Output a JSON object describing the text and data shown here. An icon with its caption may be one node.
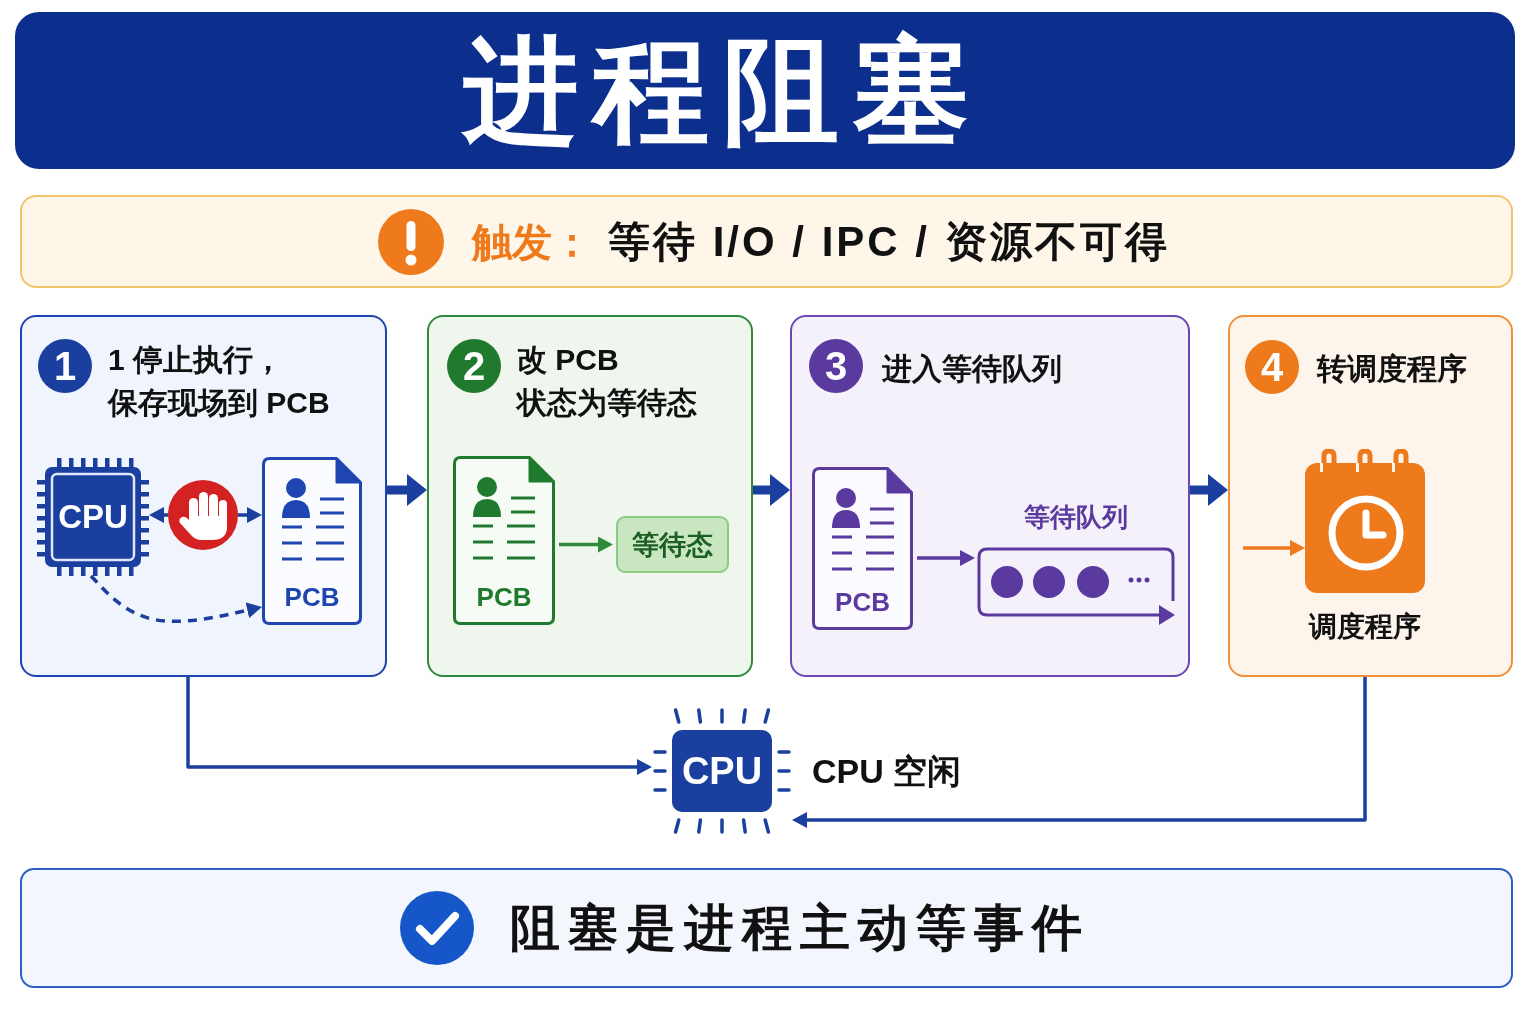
{
  "diagram": {
    "title": "进程阻塞",
    "nodes": [
      {
        "text": [
          "触发：",
          "等待 I/O / IPC / 资源不可得"
        ]
      },
      {
        "text": [
          "1 停止执行，保存现场到 PCB"
        ]
      },
      {
        "text": [
          "1"
        ],
        "in": 1
      },
      {
        "text": [
          "CPU"
        ],
        "in": 1
      },
      {
        "text": [],
        "shape": "picture",
        "in": 1
      },
      {
        "text": [
          "PCB"
        ],
        "in": 1
      },
      {
        "text": [
          "改 PCB状态为等待态"
        ]
      },
      {
        "text": [
          "2"
        ],
        "in": 6
      },
      {
        "text": [
          "PCB"
        ],
        "in": 6
      },
      {
        "text": [
          "等待态"
        ],
        "in": 6
      },
      {
        "text": [
          "进入等待队列"
        ]
      },
      {
        "text": [
          "3"
        ],
        "in": 10
      },
      {
        "text": [
          "PCB"
        ],
        "in": 10
      },
      {
        "text": [
          "等待队列"
        ],
        "in": 10
      },
      {
        "text": [
          "转调度程序"
        ]
      },
      {
        "text": [
          "4"
        ],
        "in": 14
      },
      {
        "text": [
          "调度程序"
        ],
        "in": 14
      },
      {
        "text": [
          "CPU"
        ],
        "beside": [
          "CPU 空闲"
        ]
      },
      {
        "text": [
          "阻塞是进程主动等事件"
        ]
      }
    ],
    "edges": [
      {
        "from": 4,
        "to": 3,
        "arrow": "to"
      },
      {
        "from": 4,
        "to": 5,
        "arrow": "to"
      },
      {
        "from": 3,
        "to": 5,
        "arrow": "to",
        "style": "dashed"
      },
      {
        "from": 1,
        "to": 6,
        "arrow": "to",
        "style": "thick"
      },
      {
        "from": 8,
        "to": 9,
        "arrow": "to",
        "color": "#2e8b3a"
      },
      {
        "from": 6,
        "to": 10,
        "arrow": "to",
        "style": "thick"
      },
      {
        "from": 12,
        "to": 13,
        "arrow": "to",
        "color": "#5b3aa0"
      },
      {
        "from": 10,
        "to": 14,
        "arrow": "to",
        "style": "thick"
      },
      {
        "from": null,
        "to": 16,
        "arrow": "to",
        "color": "#ee7a1c"
      },
      {
        "from": 1,
        "to": 17,
        "arrow": "to"
      },
      {
        "from": 14,
        "to": 17,
        "arrow": "to"
      }
    ]
  }
}
